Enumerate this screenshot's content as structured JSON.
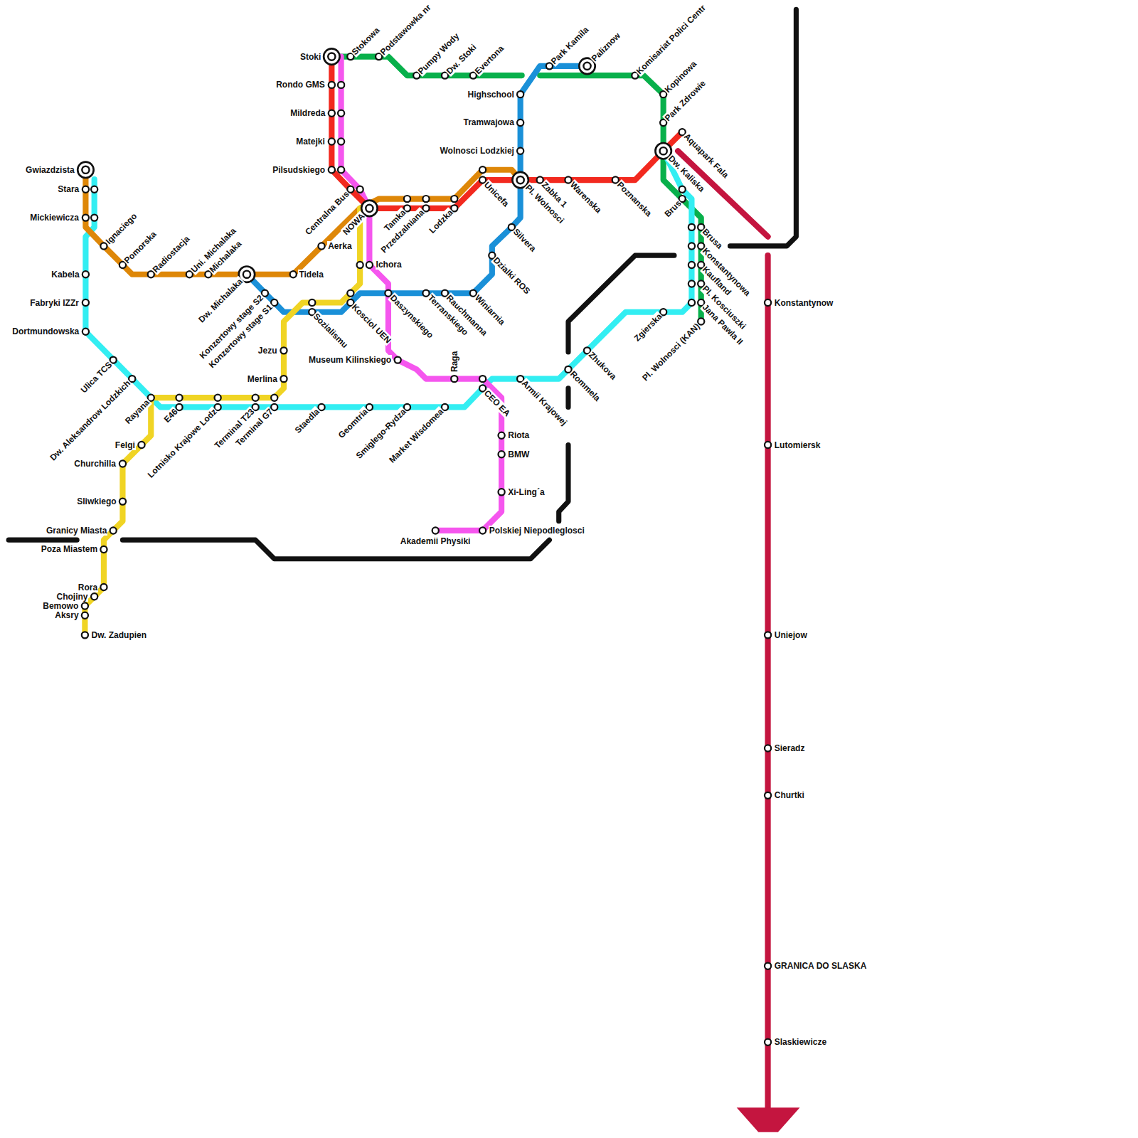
{
  "diagram": {
    "labels": [
      "Gwiazdzista",
      "Stara",
      "Mickiewicza",
      "Ignaciego",
      "Pomorska",
      "Radiostacja",
      "Uni. Michalaka",
      "Michalaka",
      "Dw. Michalaka",
      "Tidela",
      "Kabela",
      "Fabryki IZZr",
      "Dortmundowska",
      "Ulica TCS",
      "Dw. Aleksandrow Lodzkich",
      "Rayana",
      "E46",
      "Lotnisko Krajowe Lodz",
      "Terminal T23",
      "Terminal G7",
      "Konzertowy stage S2",
      "Konzertowy stage S1",
      "Felgi",
      "Churchilla",
      "Sliwkiego",
      "Granicy Miasta",
      "Poza Miastem",
      "Rora",
      "Chojiny",
      "Bemowo",
      "Aksry",
      "Dw. Zadupien",
      "Jezu",
      "Merlina",
      "Staedla",
      "Geomtria",
      "Smiglego-Rydza",
      "Market Wisdomea",
      "Sozialismu",
      "Kosciol UEN",
      "Daszynskiego",
      "Terranskiego",
      "Rauchmanna",
      "Winiarnia",
      "Dzialki ROS",
      "Silvera",
      "Museum Kilinskiego",
      "Raga",
      "CEO EA",
      "Armii Krajowej",
      "Rommela",
      "Zhukova",
      "Riota",
      "BMW",
      "Xi-Ling´a",
      "Polskiej Niepodleglosci",
      "Akademii Physiki",
      "Aerka",
      "NOWA",
      "Ichora",
      "Centralna Bus",
      "Tamka",
      "Przedzalniana",
      "Lodzka",
      "Unicefa",
      "Pl. Wolnosci",
      "Zabka 1",
      "Warenska",
      "Poznanska",
      "Brus",
      "Dw. Kaliska",
      "Aquapark Fala",
      "Park Zdrowie",
      "Kopinowa",
      "Komisariat Polici Centr",
      "Paliznow",
      "Park Kamila",
      "Highschool",
      "Tramwajowa",
      "Wolnosci Lodzkiej",
      "Evertona",
      "Dw. Stoki",
      "Pumpy Wody",
      "Podstawowka nr",
      "Stokowa",
      "Stoki",
      "Rondo GMS",
      "Mildreda",
      "Matejki",
      "Pilsudskiego",
      "Brusa",
      "Konstantynowa",
      "Kaufland",
      "Pl. Kosciuszki",
      "Jana Pawla II",
      "Zgierska",
      "Pl. Wolnosci (KAN)",
      "Konstantynow",
      "Lutomiersk",
      "Uniejow",
      "Sieradz",
      "Churtki",
      "GRANICA DO SLASKA",
      "Slaskiewicze"
    ]
  }
}
